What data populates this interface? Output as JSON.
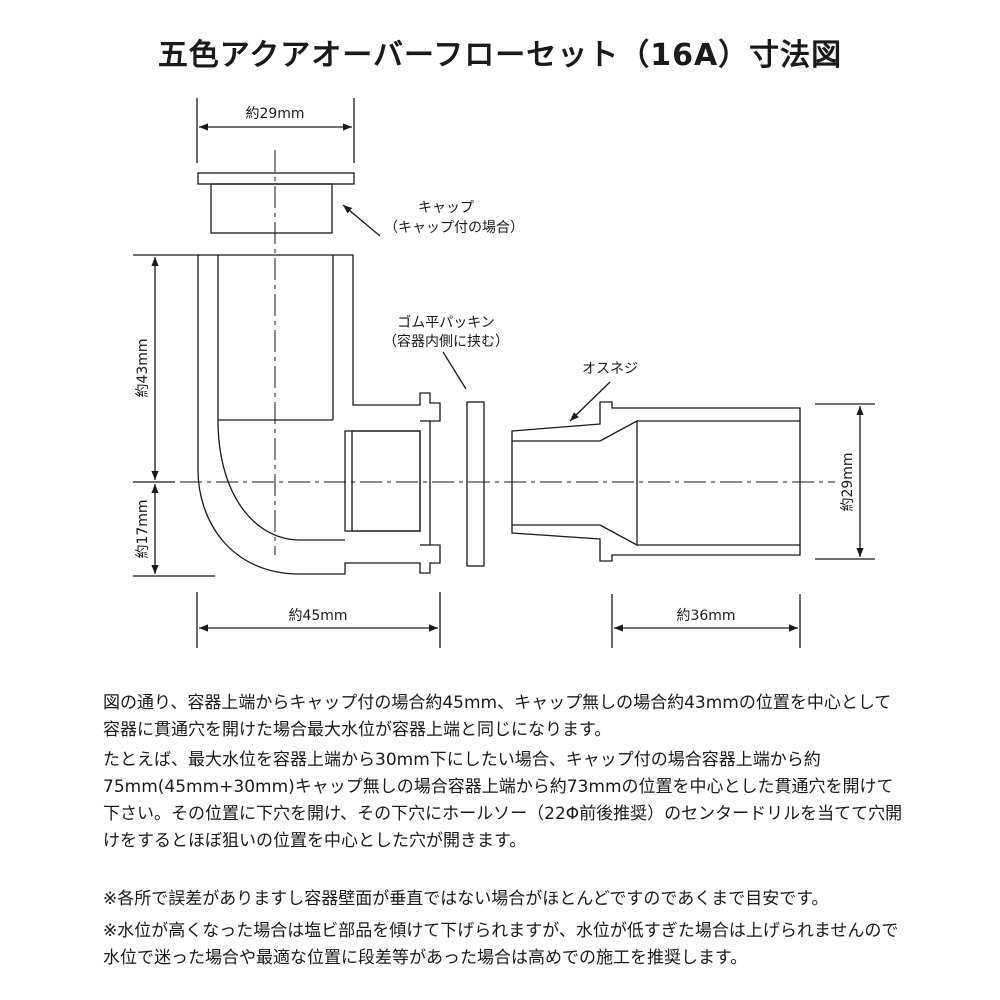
{
  "title": "五色アクアオーバーフローセット（16A）寸法図",
  "labels": {
    "cap_width": "約29mm",
    "cap_name": "キャップ",
    "cap_note": "（キャップ付の場合）",
    "packing_name": "ゴム平パッキン",
    "packing_note": "（容器内側に挟む）",
    "male_thread": "オスネジ",
    "height_upper": "約43mm",
    "height_lower": "約17mm",
    "elbow_width": "約45mm",
    "socket_width": "約36mm",
    "socket_diameter": "約29mm"
  },
  "description": [
    "図の通り、容器上端からキャップ付の場合約45mm、キャップ無しの場合約43mmの位置を中心として容器に貫通穴を開けた場合最大水位が容器上端と同じになります。",
    "たとえば、最大水位を容器上端から30mm下にしたい場合、キャップ付の場合容器上端から約75mm(45mm+30mm)キャップ無しの場合容器上端から約73mmの位置を中心とした貫通穴を開けて下さい。その位置に下穴を開け、その下穴にホールソー（22Φ前後推奨）のセンタードリルを当てて穴開けをするとほぼ狙いの位置を中心とした穴が開きます。",
    "※各所で誤差がありますし容器壁面が垂直ではない場合がほとんどですのであくまで目安です。",
    "※水位が高くなった場合は塩ビ部品を傾けて下げられますが、水位が低すぎた場合は上げられませんので水位で迷った場合や最適な位置に段差等があった場合は高めでの施工を推奨します。"
  ]
}
